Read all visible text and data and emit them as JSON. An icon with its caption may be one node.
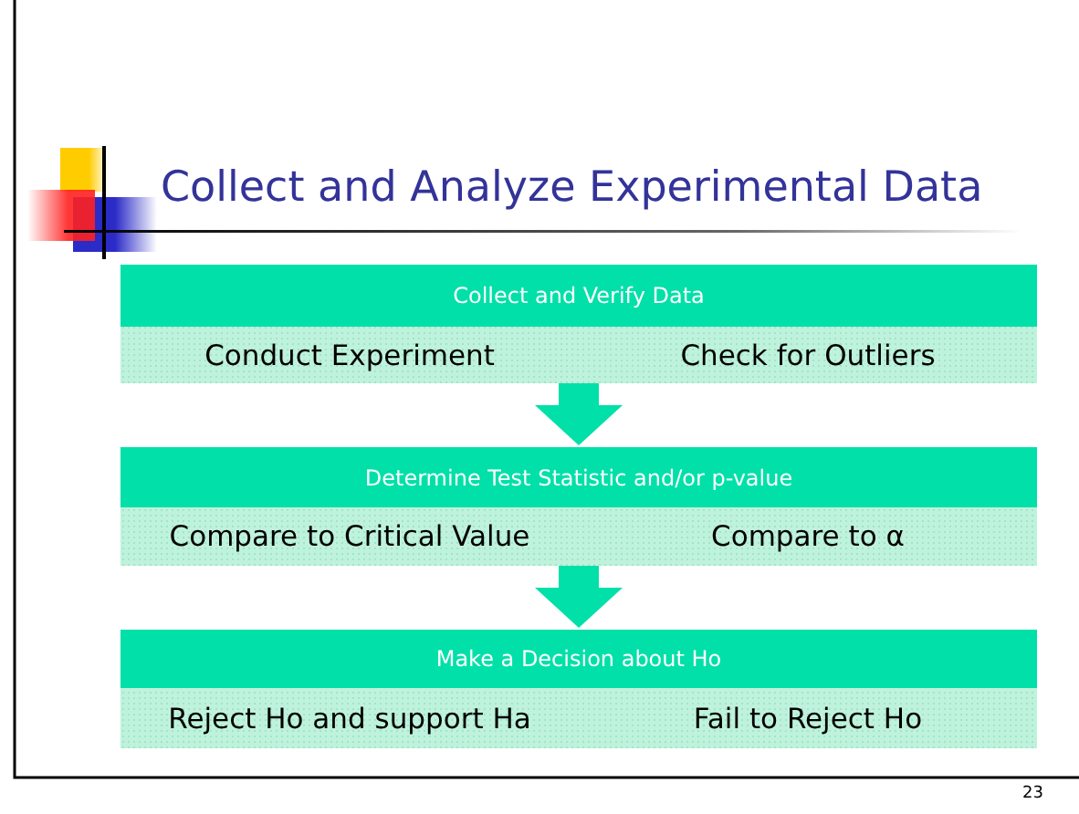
{
  "diagram": {
    "title": "Collect and Analyze Experimental Data",
    "nodes": [
      {
        "text": [
          "Collect and Verify Data"
        ]
      },
      {
        "text": [
          "Conduct Experiment"
        ],
        "in": 0
      },
      {
        "text": [
          "Check for Outliers"
        ],
        "in": 0
      },
      {
        "text": [
          "Determine Test Statistic and/or p-value"
        ]
      },
      {
        "text": [
          "Compare to Critical Value"
        ],
        "in": 3
      },
      {
        "text": [
          "Compare to α"
        ],
        "in": 3
      },
      {
        "text": [
          "Make a Decision about Ho"
        ]
      },
      {
        "text": [
          "Reject Ho and support Ha"
        ],
        "in": 6
      },
      {
        "text": [
          "Fail to Reject Ho"
        ],
        "in": 6
      }
    ],
    "edges": [
      {
        "from": 0,
        "to": 3,
        "arrow": "to"
      },
      {
        "from": 3,
        "to": 6,
        "arrow": "to"
      }
    ],
    "labels": [
      "23"
    ]
  }
}
